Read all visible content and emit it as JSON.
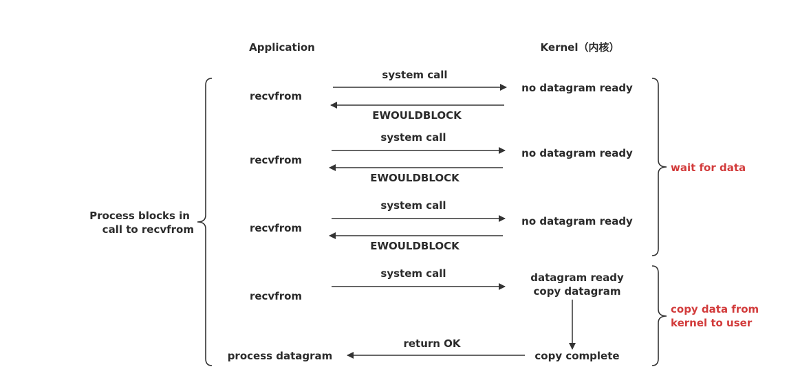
{
  "headers": {
    "application": "Application",
    "kernel": "Kernel（内核）"
  },
  "left_brace_label": [
    "Process blocks in",
    "call to recvfrom"
  ],
  "rows": [
    {
      "app": "recvfrom",
      "call": "system call",
      "kernel": [
        "no datagram ready"
      ],
      "reply": "EWOULDBLOCK"
    },
    {
      "app": "recvfrom",
      "call": "system call",
      "kernel": [
        "no datagram ready"
      ],
      "reply": "EWOULDBLOCK"
    },
    {
      "app": "recvfrom",
      "call": "system call",
      "kernel": [
        "no datagram ready"
      ],
      "reply": "EWOULDBLOCK"
    },
    {
      "app": "recvfrom",
      "call": "system call",
      "kernel": [
        "datagram ready",
        "copy datagram"
      ],
      "reply": ""
    }
  ],
  "final": {
    "app": "process datagram",
    "message": "return OK",
    "kernel": "copy complete"
  },
  "right_braces": [
    {
      "label": [
        "wait for data"
      ]
    },
    {
      "label": [
        "copy data from",
        "kernel to user"
      ]
    }
  ],
  "colors": {
    "text": "#2b2b2b",
    "accent": "#d23b3b",
    "line": "#333333"
  }
}
